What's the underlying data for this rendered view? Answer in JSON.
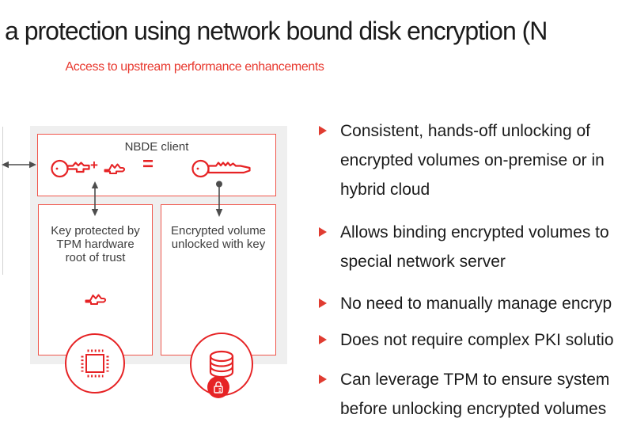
{
  "slide": {
    "title": "a protection using network bound disk encryption (N",
    "subtitle": "Access to upstream performance enhancements"
  },
  "diagram": {
    "client_box": {
      "label": "NBDE client",
      "plus": "+",
      "equals": "="
    },
    "tpm_box": {
      "lines": [
        "Key protected by",
        "TPM hardware",
        "root of trust"
      ]
    },
    "volume_box": {
      "lines": [
        "Encrypted volume",
        "unlocked with key"
      ]
    },
    "icons": [
      "partial-key-icon",
      "key-fragment-icon",
      "full-key-icon",
      "cpu-chip-icon",
      "database-icon",
      "lock-icon",
      "double-arrow-horizontal-icon",
      "double-arrow-vertical-icon",
      "dot-arrow-down-icon",
      "bullet-triangle-icon"
    ]
  },
  "bullets": [
    {
      "lines": [
        "Consistent, hands-off unlocking of",
        "encrypted volumes on-premise or in",
        "hybrid cloud"
      ]
    },
    {
      "lines": [
        "Allows binding encrypted volumes to",
        "special network server"
      ]
    },
    {
      "lines": [
        "No need to manually manage encryp"
      ]
    },
    {
      "lines": [
        "Does not require complex PKI solutio"
      ]
    },
    {
      "lines": [
        "Can leverage TPM to ensure system",
        "before unlocking encrypted volumes"
      ]
    }
  ],
  "colors": {
    "red_primary": "#e62325",
    "red_border": "#f0564c",
    "red_accent": "#e8392f",
    "panel_gray": "#efefef",
    "arrow_gray": "#4d4d4d",
    "text_dark": "#1b1b1b",
    "label_gray": "#3d3d3d"
  }
}
